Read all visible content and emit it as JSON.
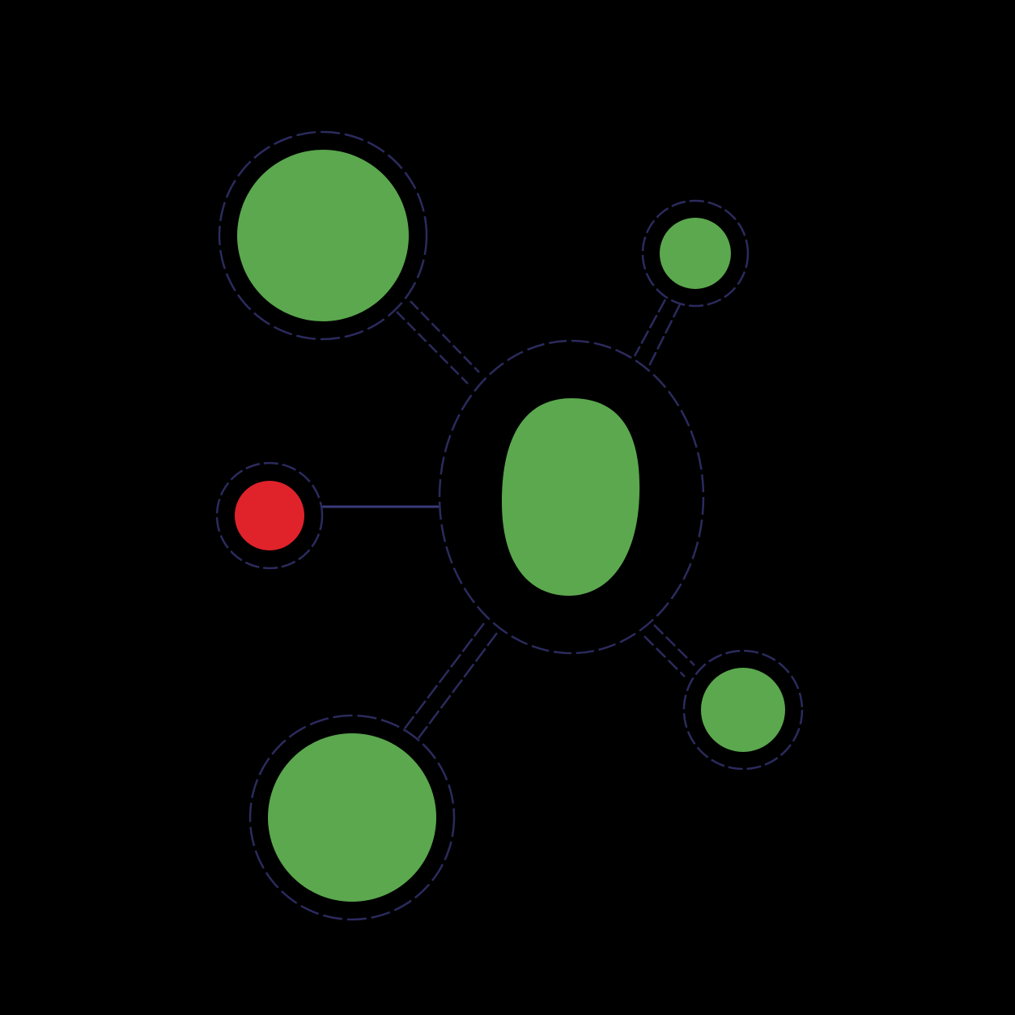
{
  "background_color": "#000000",
  "palette": {
    "node_fill": "#5ba84e",
    "alert_fill": "#e0232b",
    "outline": "#2b2b5e"
  },
  "icon": {
    "name": "network-hub-icon",
    "center_node": {
      "name": "center-node",
      "role": "hub",
      "fill": "node_fill"
    },
    "satellites": [
      {
        "name": "satellite-node-top-left",
        "fill": "node_fill"
      },
      {
        "name": "satellite-node-top-right",
        "fill": "node_fill"
      },
      {
        "name": "satellite-node-left",
        "fill": "alert_fill"
      },
      {
        "name": "satellite-node-bottom-left",
        "fill": "node_fill"
      },
      {
        "name": "satellite-node-bottom-right",
        "fill": "node_fill"
      }
    ]
  }
}
